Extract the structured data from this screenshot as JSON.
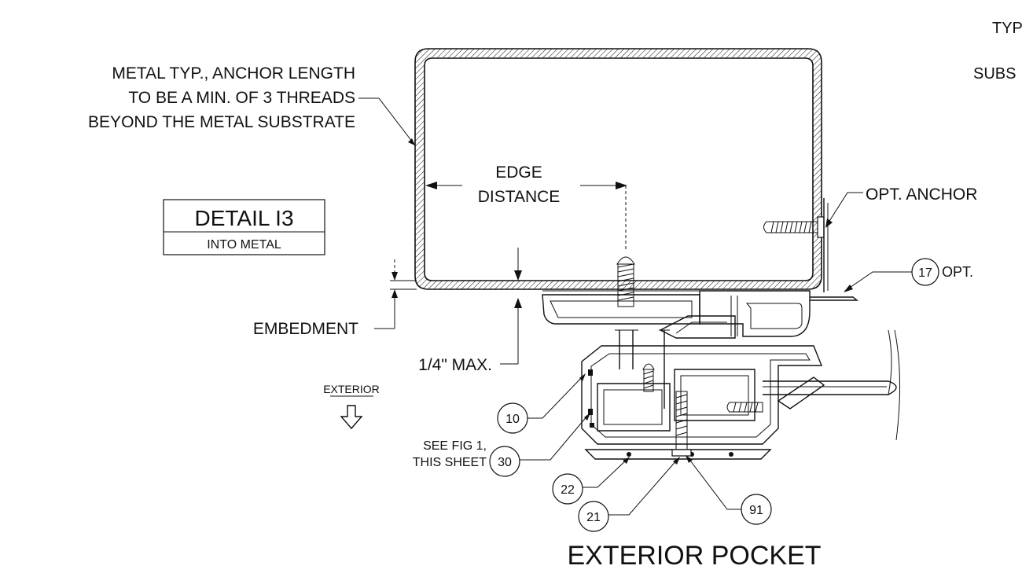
{
  "notes": {
    "metal_line1": "METAL TYP., ANCHOR LENGTH",
    "metal_line2": "TO BE A MIN. OF 3 THREADS",
    "metal_line3": "BEYOND THE METAL SUBSTRATE",
    "edge_line1": "EDGE",
    "edge_line2": "DISTANCE",
    "opt_anchor": "OPT. ANCHOR",
    "embedment": "EMBEDMENT",
    "max_gap": "1/4\" MAX.",
    "exterior": "EXTERIOR",
    "see_fig_line1": "SEE FIG 1,",
    "see_fig_line2": "THIS SHEET",
    "opt_17": "OPT.",
    "top_right_1": "TYP",
    "top_right_2": "SUBS"
  },
  "detail": {
    "title": "DETAIL I3",
    "subtitle": "INTO METAL"
  },
  "callouts": {
    "c10": "10",
    "c30": "30",
    "c22": "22",
    "c21": "21",
    "c91": "91",
    "c17": "17"
  },
  "caption": "EXTERIOR POCKET",
  "colors": {
    "ink": "#111111",
    "paper": "#ffffff"
  }
}
